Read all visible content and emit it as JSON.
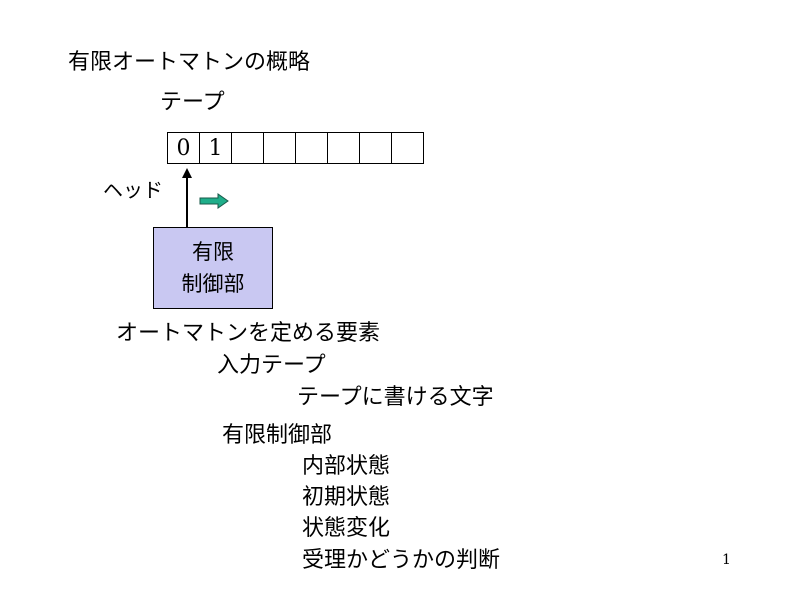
{
  "title": "有限オートマトンの概略",
  "tape": {
    "label": "テープ",
    "cells": [
      "0",
      "1",
      "",
      "",
      "",
      "",
      "",
      ""
    ]
  },
  "head": {
    "label": "ヘッド"
  },
  "control": {
    "line1": "有限",
    "line2": "制御部",
    "fill_color": "#c9c8f2"
  },
  "move_arrow_color": "#1fae8a",
  "elements": {
    "heading": "オートマトンを定める要素",
    "input_tape": "入力テープ",
    "tape_chars": "テープに書ける文字",
    "finite_control": "有限制御部",
    "internal_states": "内部状態",
    "initial_state": "初期状態",
    "state_transition": "状態変化",
    "acceptance": "受理かどうかの判断"
  },
  "page_number": "1"
}
